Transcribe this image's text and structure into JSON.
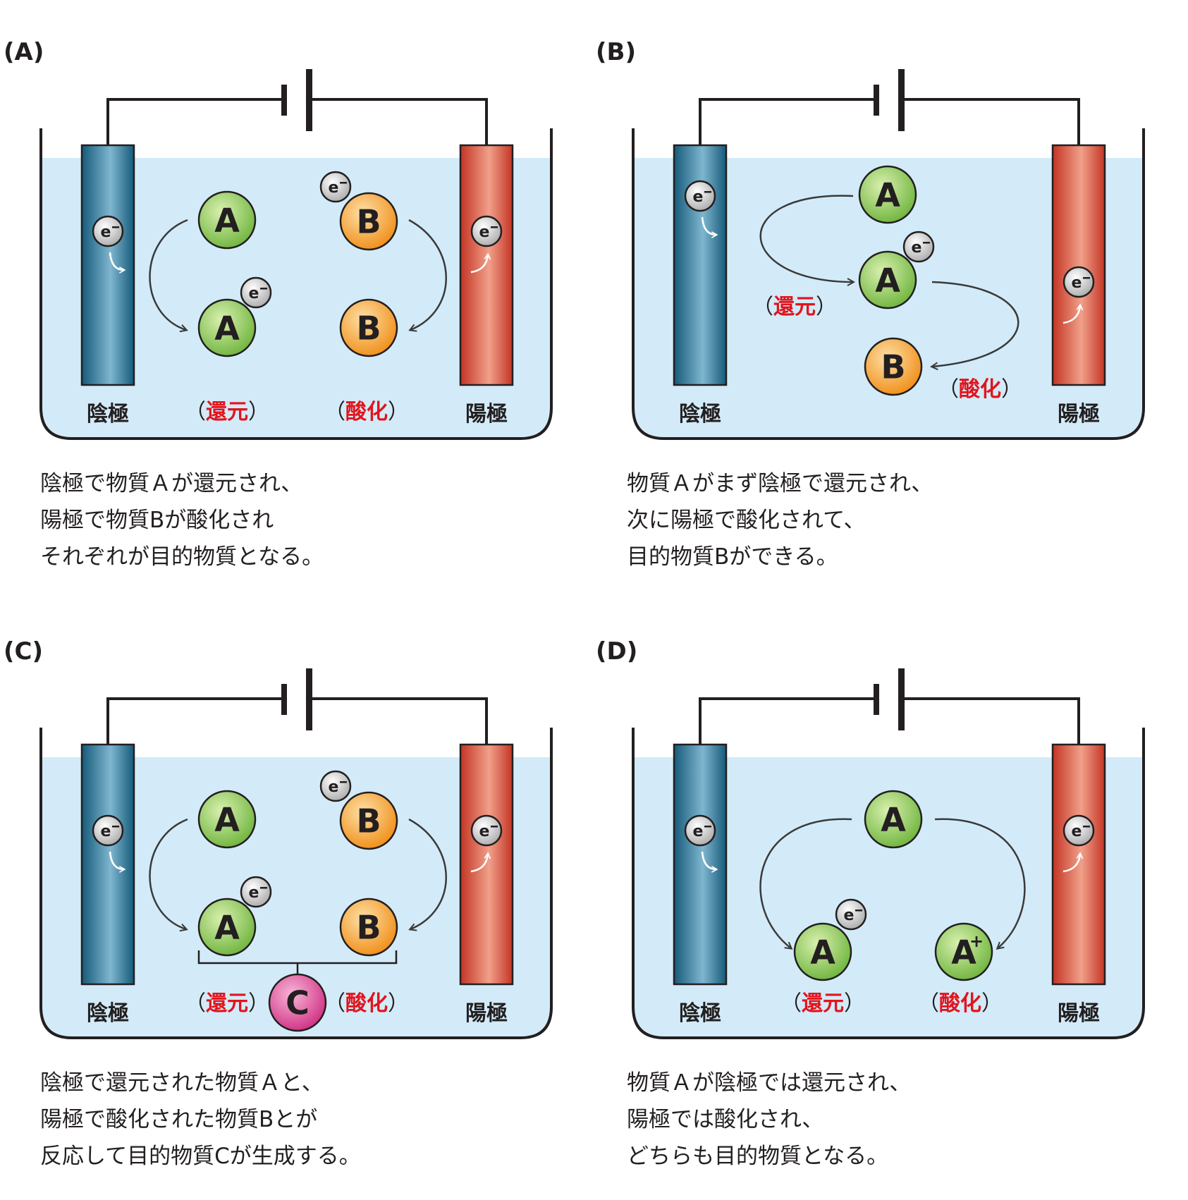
{
  "colors": {
    "water": "#d3ebf8",
    "tank_stroke": "#231f20",
    "cathode": "#1c6a8d",
    "anode": "#d63a2b",
    "substance_a": "#7dc242",
    "substance_b": "#f59a23",
    "substance_c": "#d9368c",
    "electron": "#c8c8c8",
    "process_label": "#e2141c",
    "text": "#231f20"
  },
  "icons": {
    "battery": "battery-symbol-icon",
    "electron": "electron-icon",
    "flow_arrow": "curved-arrow-icon"
  },
  "labels": {
    "cathode": "陰極",
    "anode": "陽極",
    "reduction_inner": "還元",
    "oxidation_inner": "酸化",
    "electron": "e⁻",
    "paren_open": "（",
    "paren_close": "）"
  },
  "panels": {
    "a": {
      "letter": "(A)",
      "molecules": {
        "a1": "A",
        "a2": "A",
        "b1": "B",
        "b2": "B"
      },
      "caption": [
        "陰極で物質Ａが還元され、",
        "陽極で物質Bが酸化され",
        "それぞれが目的物質となる。"
      ]
    },
    "b": {
      "letter": "(B)",
      "molecules": {
        "a1": "A",
        "a2": "A",
        "b1": "B"
      },
      "caption": [
        "物質Ａがまず陰極で還元され、",
        "次に陽極で酸化されて、",
        "目的物質Bができる。"
      ]
    },
    "c": {
      "letter": "(C)",
      "molecules": {
        "a1": "A",
        "a2": "A",
        "b1": "B",
        "b2": "B",
        "c1": "C"
      },
      "caption": [
        "陰極で還元された物質Ａと、",
        "陽極で酸化された物質Bとが",
        "反応して目的物質Cが生成する。"
      ]
    },
    "d": {
      "letter": "(D)",
      "molecules": {
        "a1": "A",
        "a2": "A",
        "a3": "A",
        "a3_sup": "+"
      },
      "caption": [
        "物質Ａが陰極では還元され、",
        "陽極では酸化され、",
        "どちらも目的物質となる。"
      ]
    }
  }
}
